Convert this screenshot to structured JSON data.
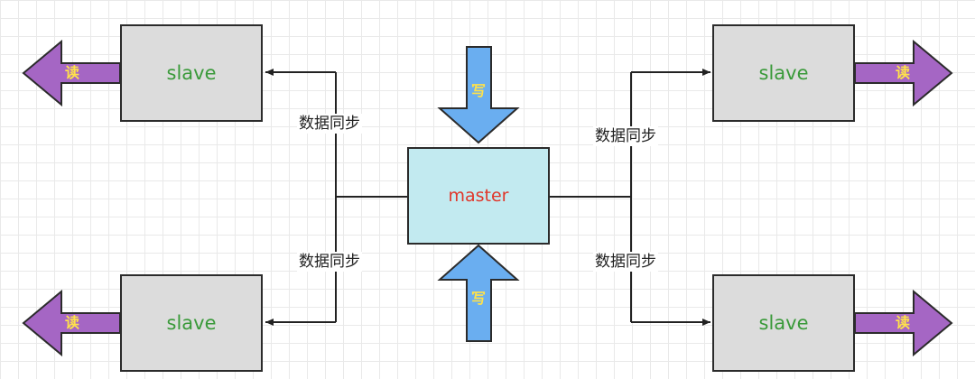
{
  "nodes": {
    "master": {
      "label": "master"
    },
    "slaves": [
      {
        "label": "slave"
      },
      {
        "label": "slave"
      },
      {
        "label": "slave"
      },
      {
        "label": "slave"
      }
    ]
  },
  "edges": {
    "sync_label": "数据同步"
  },
  "arrows": {
    "read_label": "读",
    "write_label": "写"
  },
  "colors": {
    "slave_fill": "#dcdcdc",
    "slave_text": "#3a9a3a",
    "master_fill": "#c2eaf0",
    "master_text": "#e0362a",
    "read_arrow": "#a566c4",
    "write_arrow": "#6aaef0",
    "arrow_text": "#ffe24a"
  }
}
